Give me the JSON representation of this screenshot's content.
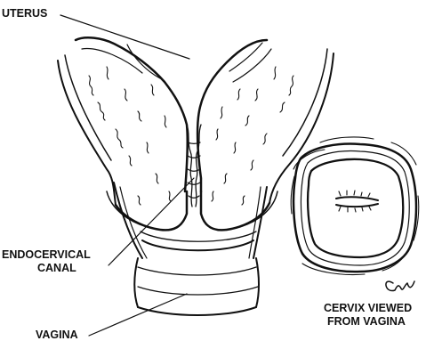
{
  "labels": {
    "uterus": "UTERUS",
    "endocervical_line1": "ENDOCERVICAL",
    "endocervical_line2": "CANAL",
    "vagina": "VAGINA",
    "cervix_line1": "CERVIX VIEWED",
    "cervix_line2": "FROM VAGINA"
  },
  "signature": "CW",
  "colors": {
    "ink": "#111111",
    "background": "#ffffff"
  }
}
